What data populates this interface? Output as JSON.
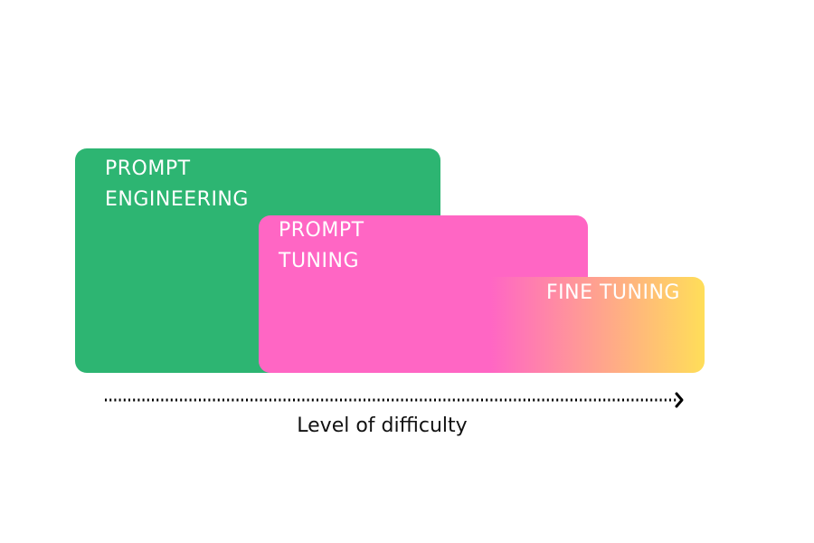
{
  "colors": {
    "prompt_engineering": "#2db572",
    "prompt_tuning": "#ff66c4",
    "fine_tuning_start": "#ff66c4",
    "fine_tuning_end": "#ffde59",
    "label": "#ffffff",
    "axis": "#000000"
  },
  "blocks": [
    {
      "label": "PROMPT\nENGINEERING"
    },
    {
      "label": "PROMPT\nTUNING"
    },
    {
      "label": "FINE TUNING"
    }
  ],
  "axis": {
    "label": "Level of difficulty",
    "style": "dotted",
    "arrow": "right"
  }
}
